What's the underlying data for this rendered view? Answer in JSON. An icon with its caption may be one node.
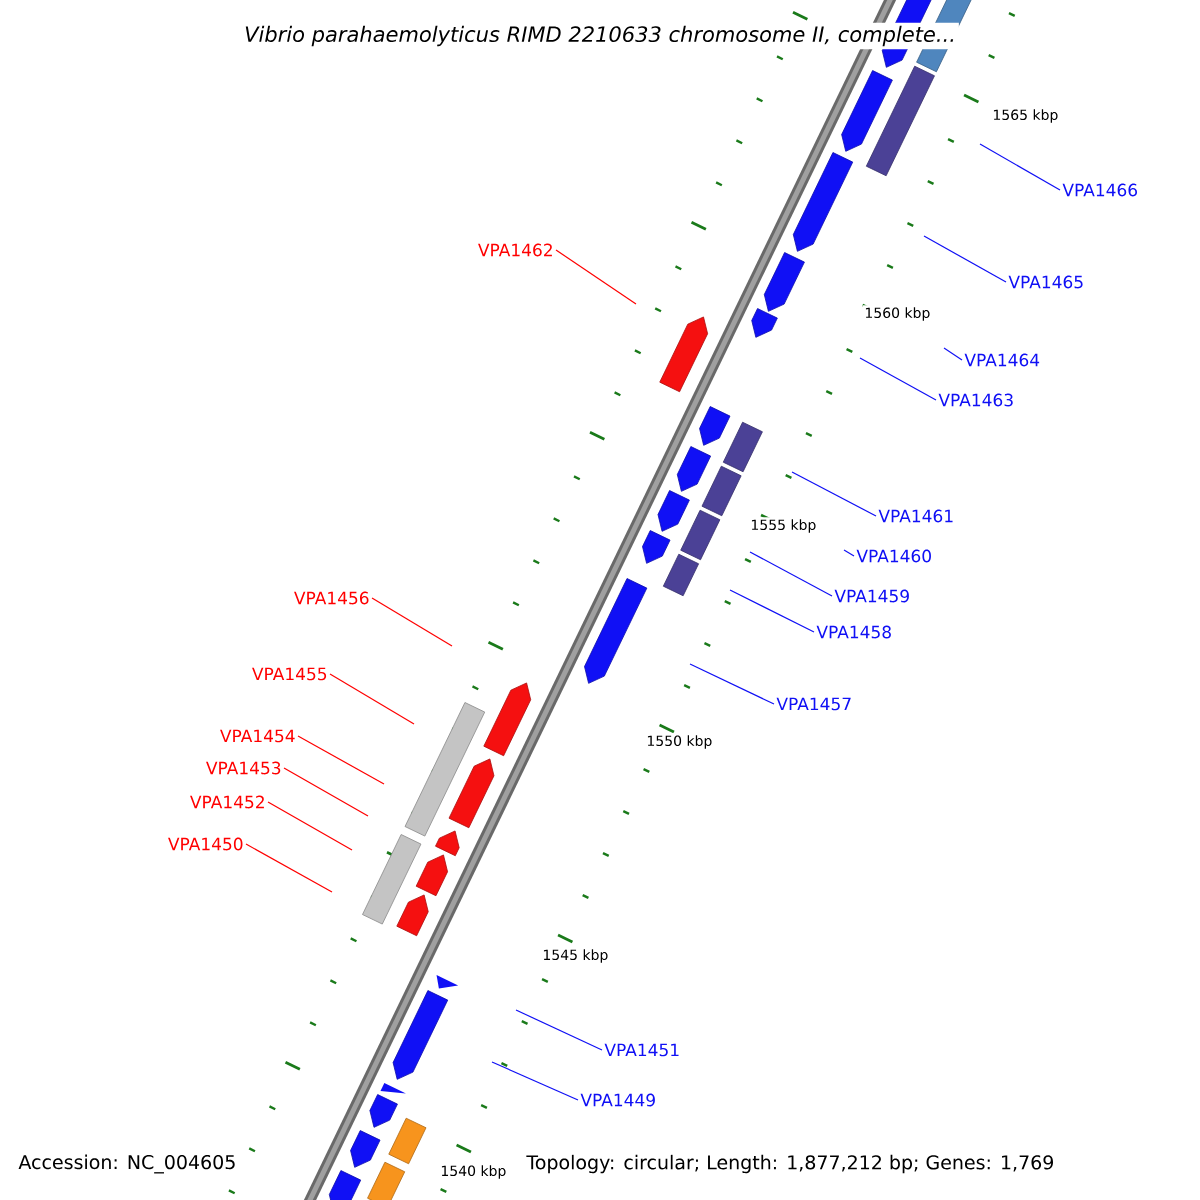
{
  "diagram": {
    "title": "Vibrio parahaemolyticus RIMD 2210633 chromosome II, complete...",
    "nodes": [
      {
        "text": [
          "VPA1466"
        ]
      },
      {
        "text": [
          "VPA1465"
        ]
      },
      {
        "text": [
          "VPA1462"
        ]
      },
      {
        "text": [
          "VPA1464"
        ]
      },
      {
        "text": [
          "VPA1463"
        ]
      },
      {
        "text": [
          "VPA1461"
        ]
      },
      {
        "text": [
          "VPA1460"
        ]
      },
      {
        "text": [
          "VPA1459"
        ]
      },
      {
        "text": [
          "VPA1456"
        ]
      },
      {
        "text": [
          "VPA1458"
        ]
      },
      {
        "text": [
          "VPA1455"
        ]
      },
      {
        "text": [
          "VPA1457"
        ]
      },
      {
        "text": [
          "VPA1454"
        ]
      },
      {
        "text": [
          "VPA1453"
        ]
      },
      {
        "text": [
          "VPA1452"
        ]
      },
      {
        "text": [
          "VPA1450"
        ]
      },
      {
        "text": [
          "VPA1451"
        ]
      },
      {
        "text": [
          "VPA1449"
        ]
      }
    ],
    "edges": [
      {
        "from": 0,
        "to": null,
        "arrow": "none"
      },
      {
        "from": 1,
        "to": null,
        "arrow": "none"
      },
      {
        "from": 2,
        "to": null,
        "arrow": "none",
        "color": "#ff0000"
      },
      {
        "from": 3,
        "to": null,
        "arrow": "none"
      },
      {
        "from": 4,
        "to": null,
        "arrow": "none"
      },
      {
        "from": 5,
        "to": null,
        "arrow": "none"
      },
      {
        "from": 6,
        "to": null,
        "arrow": "none"
      },
      {
        "from": 7,
        "to": null,
        "arrow": "none"
      },
      {
        "from": 8,
        "to": null,
        "arrow": "none",
        "color": "#ff0000"
      },
      {
        "from": 9,
        "to": null,
        "arrow": "none"
      },
      {
        "from": 10,
        "to": null,
        "arrow": "none",
        "color": "#ff0000"
      },
      {
        "from": 11,
        "to": null,
        "arrow": "none"
      },
      {
        "from": 12,
        "to": null,
        "arrow": "none",
        "color": "#ff0000"
      },
      {
        "from": 13,
        "to": null,
        "arrow": "none",
        "color": "#ff0000"
      },
      {
        "from": 14,
        "to": null,
        "arrow": "none",
        "color": "#ff0000"
      },
      {
        "from": 15,
        "to": null,
        "arrow": "none",
        "color": "#ff0000"
      },
      {
        "from": 16,
        "to": null,
        "arrow": "none"
      },
      {
        "from": 17,
        "to": null,
        "arrow": "none"
      }
    ],
    "labels": [
      "1565 kbp",
      "1560 kbp",
      "1555 kbp",
      "1550 kbp",
      "1545 kbp",
      "Accession: NC_004605",
      "1540 kbp",
      "Topology: circular; Length: 1,877,212 bp; Genes: 1,769"
    ]
  }
}
